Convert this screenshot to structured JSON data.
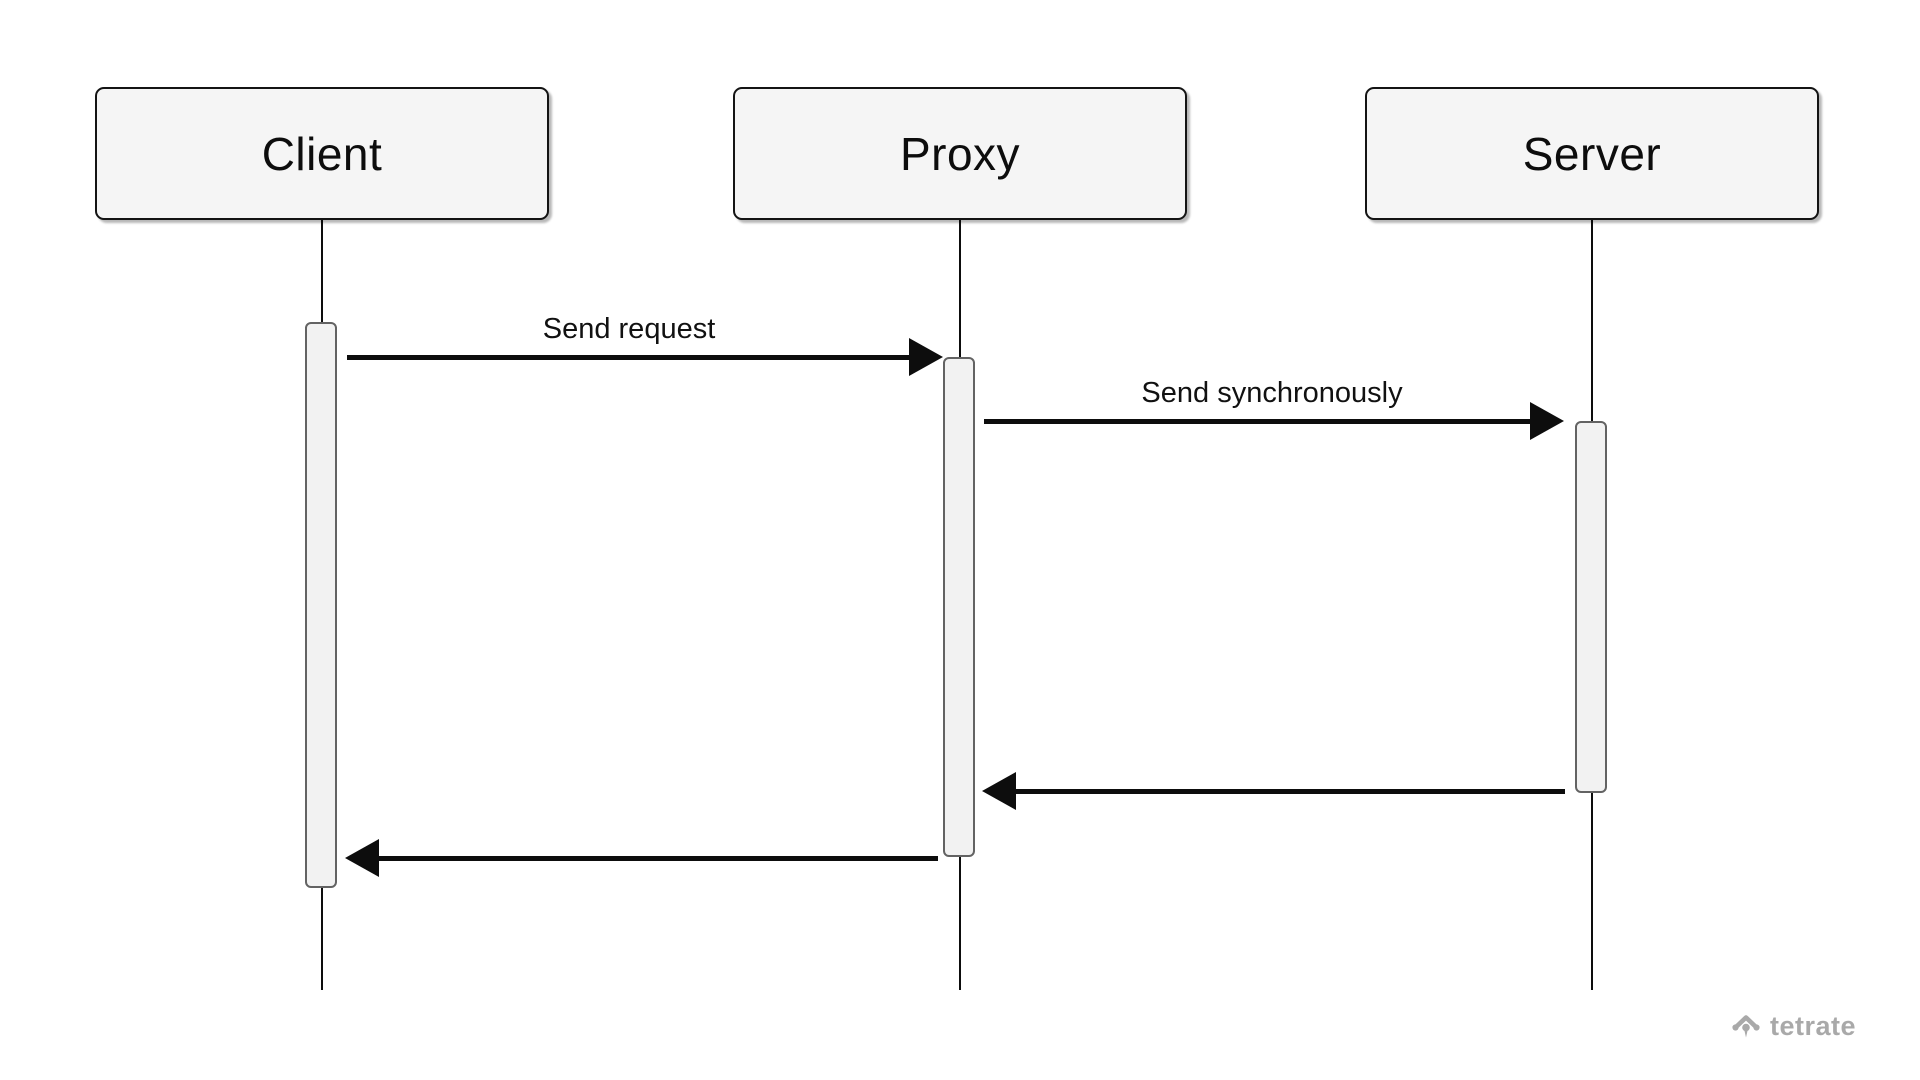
{
  "diagram": {
    "type": "sequence-diagram",
    "actors": [
      {
        "id": "client",
        "label": "Client"
      },
      {
        "id": "proxy",
        "label": "Proxy"
      },
      {
        "id": "server",
        "label": "Server"
      }
    ],
    "messages": [
      {
        "id": "m1",
        "label": "Send request",
        "from": "client",
        "to": "proxy",
        "direction": "right",
        "style": "solid"
      },
      {
        "id": "m2",
        "label": "Send synchronously",
        "from": "proxy",
        "to": "server",
        "direction": "right",
        "style": "solid"
      },
      {
        "id": "m3",
        "label": "",
        "from": "server",
        "to": "proxy",
        "direction": "left",
        "style": "solid"
      },
      {
        "id": "m4",
        "label": "",
        "from": "proxy",
        "to": "client",
        "direction": "left",
        "style": "solid"
      }
    ],
    "colors": {
      "background": "#ffffff",
      "actor_fill": "#f5f5f5",
      "actor_border": "#141414",
      "activation_fill": "#f2f2f2",
      "activation_border": "#636363",
      "arrow": "#0d0d0d",
      "text": "#111111",
      "watermark": "#a9a9a9"
    },
    "watermark": {
      "text": "tetrate",
      "icon": "tetrate-logo-icon"
    }
  }
}
